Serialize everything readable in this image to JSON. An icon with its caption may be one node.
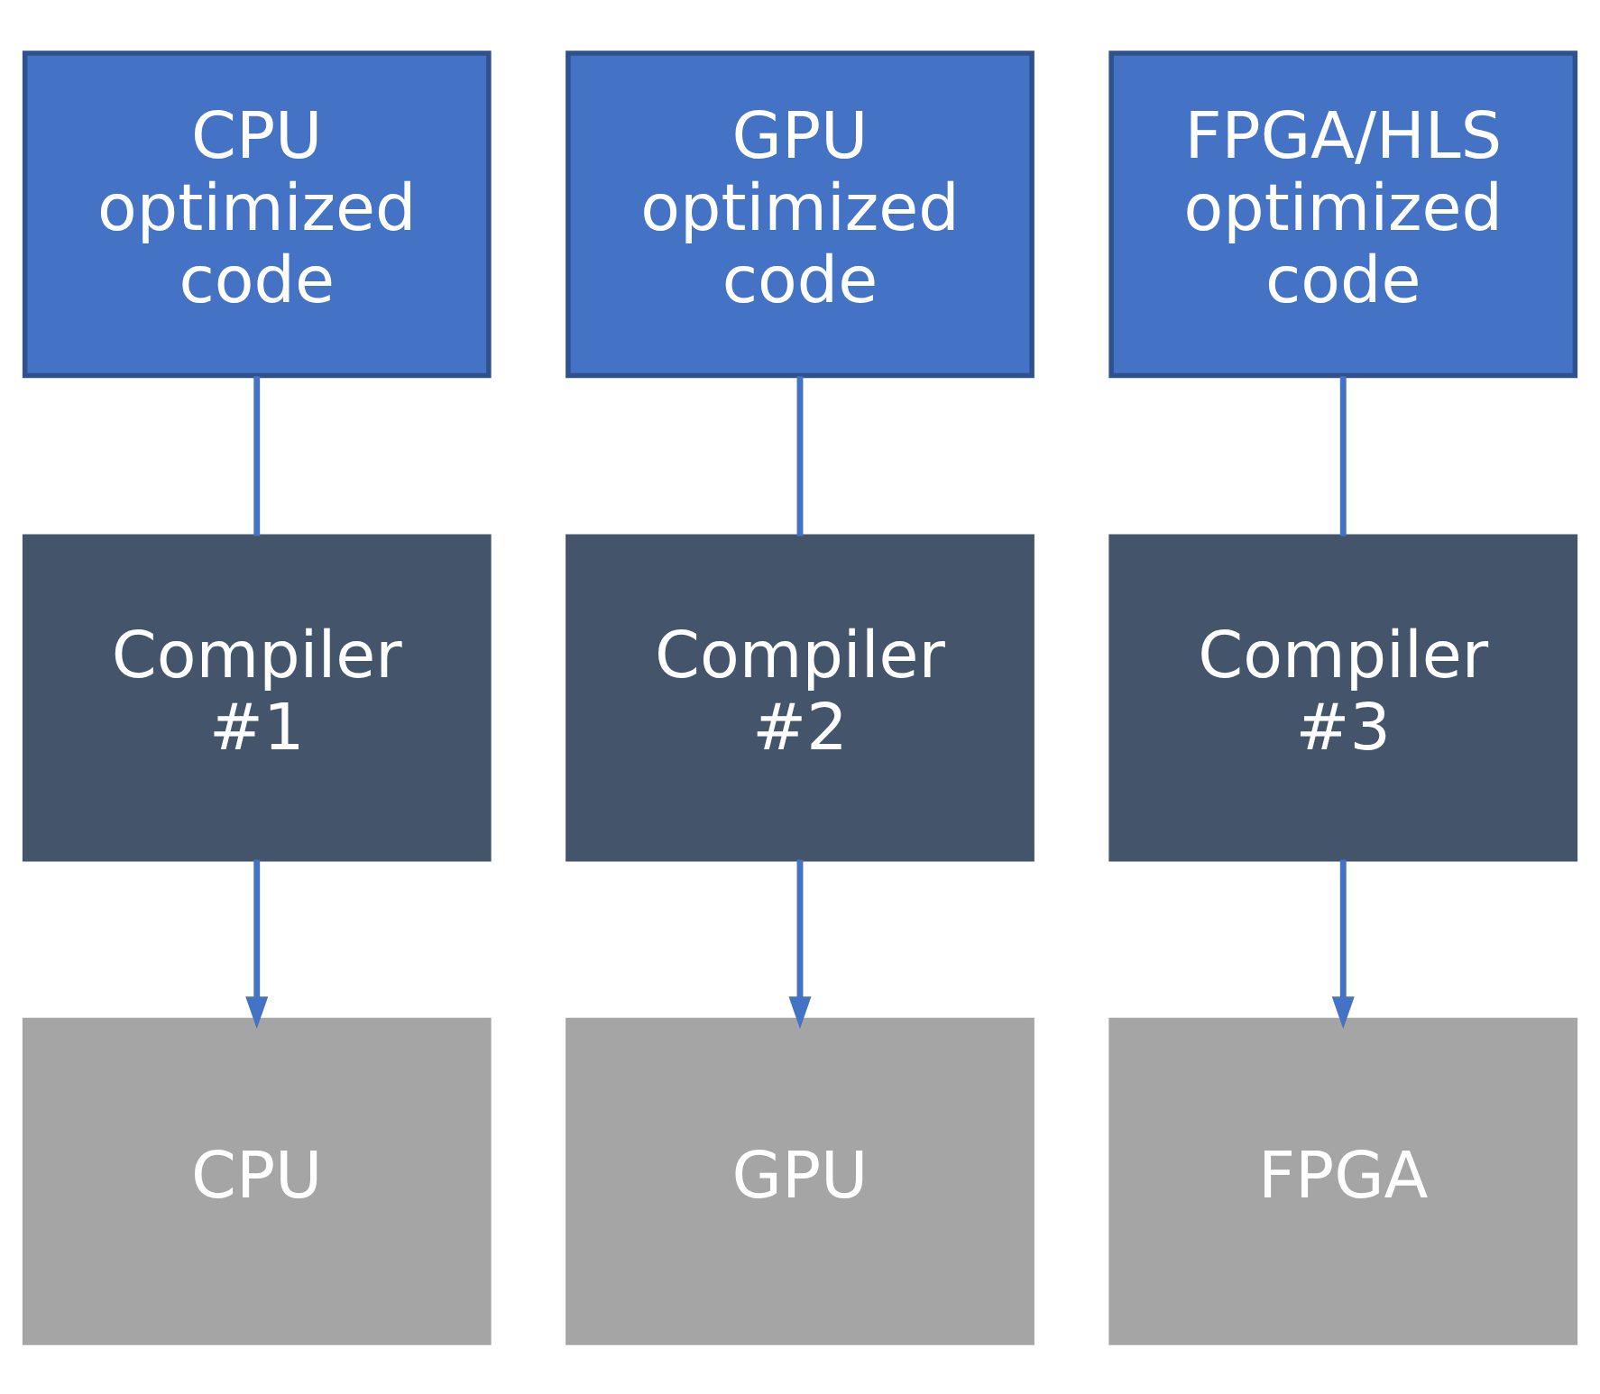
{
  "diagram": {
    "nodes": [
      {
        "text": [
          "CPU optimized code"
        ]
      },
      {
        "text": [
          "GPU optimized code"
        ]
      },
      {
        "text": [
          "FPGA/HLS optimized code"
        ]
      },
      {
        "text": [
          "Compiler #1"
        ]
      },
      {
        "text": [
          "Compiler #2"
        ]
      },
      {
        "text": [
          "Compiler #3"
        ]
      },
      {
        "text": [
          "CPU"
        ]
      },
      {
        "text": [
          "GPU"
        ]
      },
      {
        "text": [
          "FPGA"
        ]
      }
    ],
    "edges": [
      {
        "from": 0,
        "to": 3,
        "arrow": "none"
      },
      {
        "from": 1,
        "to": 4,
        "arrow": "none"
      },
      {
        "from": 2,
        "to": 5,
        "arrow": "none"
      },
      {
        "from": 3,
        "to": 6,
        "arrow": "to"
      },
      {
        "from": 4,
        "to": 7,
        "arrow": "to"
      },
      {
        "from": 5,
        "to": 8,
        "arrow": "to"
      }
    ]
  }
}
